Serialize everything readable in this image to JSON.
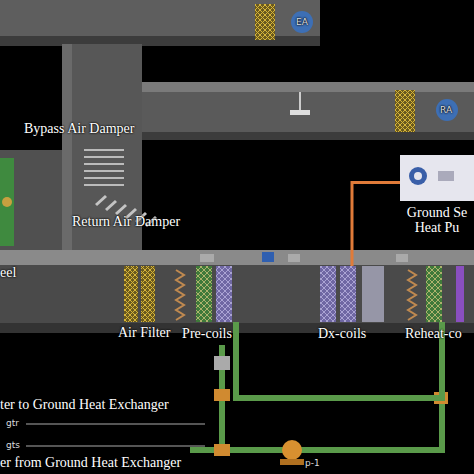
{
  "diagram": {
    "nodes": [
      {
        "text": [
          "Ground Se Heat Pu"
        ]
      },
      {
        "text": [
          "Pre-coils"
        ]
      },
      {
        "text": [
          "Dx-coils"
        ]
      },
      {
        "text": [
          "Reheat-co"
        ]
      }
    ],
    "edges": [
      {
        "from": 0,
        "to": 2,
        "arrow": "none"
      },
      {
        "from": 1,
        "to": 3,
        "arrow": "none"
      }
    ],
    "labels": [
      "EA",
      "RA",
      "Bypass Air Damper",
      "Return Air Damper",
      "eel",
      "Air Filter",
      "ter to Ground Heat Exchanger",
      "gtr",
      "gts",
      "er from Ground Heat Exchanger",
      "p-1"
    ]
  }
}
